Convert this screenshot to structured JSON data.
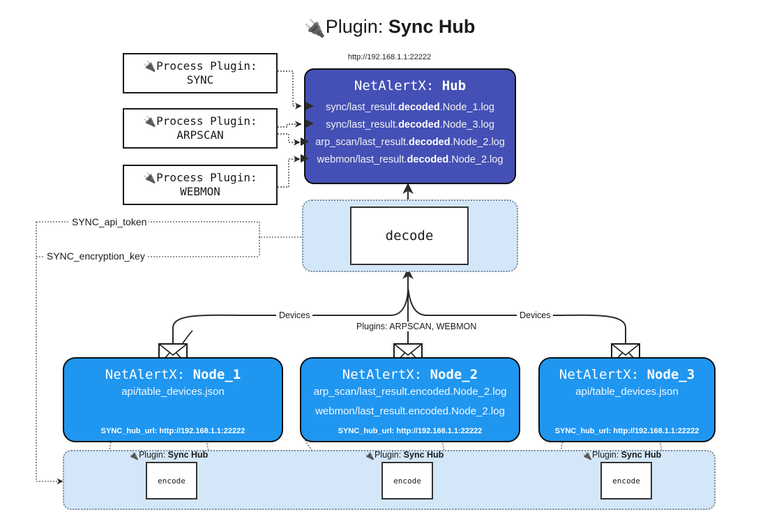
{
  "title": {
    "icon": "plug-icon",
    "prefix": "Plugin: ",
    "name": "Sync Hub",
    "hub_url": "http://192.168.1.1:22222"
  },
  "process_plugins": [
    {
      "label": "Process Plugin:",
      "name": "SYNC"
    },
    {
      "label": "Process Plugin:",
      "name": "ARPSCAN"
    },
    {
      "label": "Process Plugin:",
      "name": "WEBMON"
    }
  ],
  "hub": {
    "app": "NetAlertX: ",
    "name": "Hub",
    "files": [
      {
        "pre": "sync/last_result.",
        "mid": "decoded",
        "post": ".Node_1.log"
      },
      {
        "pre": "sync/last_result.",
        "mid": "decoded",
        "post": ".Node_3.log"
      },
      {
        "pre": "arp_scan/last_result.",
        "mid": "decoded",
        "post": ".Node_2.log"
      },
      {
        "pre": "webmon/last_result.",
        "mid": "decoded",
        "post": ".Node_2.log"
      }
    ]
  },
  "decode": {
    "label": "decode"
  },
  "settings": {
    "api_token": "SYNC_api_token",
    "encryption_key": "SYNC_encryption_key"
  },
  "edge_labels": {
    "devices_left": "Devices",
    "devices_right": "Devices",
    "plugins_center": "Plugins: ARPSCAN, WEBMON"
  },
  "nodes": [
    {
      "app": "NetAlertX: ",
      "name": "Node_1",
      "files": [
        "api/table_devices.json"
      ],
      "footer": "SYNC_hub_url: http://192.168.1.1:22222"
    },
    {
      "app": "NetAlertX: ",
      "name": "Node_2",
      "files": [
        "arp_scan/last_result.encoded.Node_2.log",
        "webmon/last_result.encoded.Node_2.log"
      ],
      "footer": "SYNC_hub_url: http://192.168.1.1:22222"
    },
    {
      "app": "NetAlertX: ",
      "name": "Node_3",
      "files": [
        "api/table_devices.json"
      ],
      "footer": "SYNC_hub_url: http://192.168.1.1:22222"
    }
  ],
  "encoders": [
    {
      "plugin_prefix": "Plugin: ",
      "plugin_name": "Sync Hub",
      "label": "encode"
    },
    {
      "plugin_prefix": "Plugin: ",
      "plugin_name": "Sync Hub",
      "label": "encode"
    },
    {
      "plugin_prefix": "Plugin: ",
      "plugin_name": "Sync Hub",
      "label": "encode"
    }
  ],
  "colors": {
    "hub_blue": "#4450b5",
    "node_blue": "#1f96f0",
    "container_blue": "#d4e7f9",
    "stroke": "#1a1a1a"
  }
}
